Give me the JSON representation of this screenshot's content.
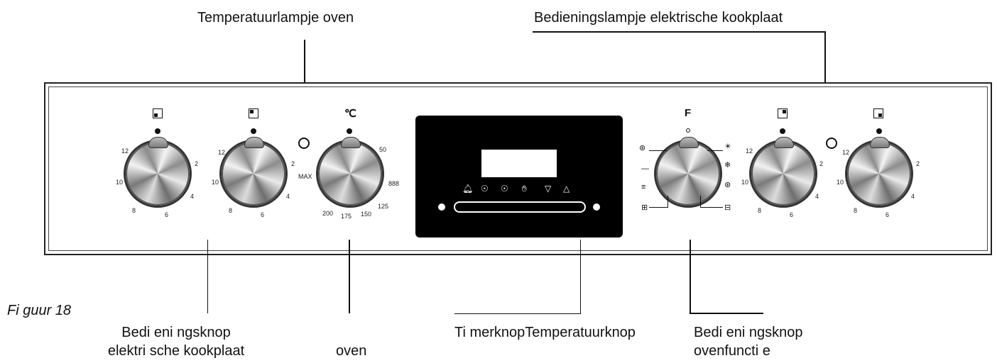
{
  "labels": {
    "oven_temp_lamp": "Temperatuurlampje oven",
    "hob_indicator_lamp": "Bedieningslampje elektrische kookplaat",
    "figure": "Fi guur 18",
    "hob_knob_line1": "Bedi eni ngsknop",
    "hob_knob_line2": "elektri sche kookplaat",
    "oven": "oven",
    "timer_temp_knob": "Ti merknopTemperatuurknop",
    "func_knob_line1": "Bedi eni ngsknop",
    "func_knob_line2": "ovenfuncti e"
  },
  "panel": {
    "oven_symbol": "℃",
    "function_symbol": "F",
    "max_label": "MAX",
    "hob_scale": [
      "12",
      "2",
      "4",
      "6",
      "8",
      "10"
    ],
    "oven_scale": [
      "50",
      "125",
      "150",
      "175",
      "200"
    ],
    "grill_label": "888",
    "display_buttons": [
      "bell-icon",
      "cook-start-icon",
      "cook-end-icon",
      "manual-icon",
      "minus-icon",
      "plus-icon"
    ]
  }
}
